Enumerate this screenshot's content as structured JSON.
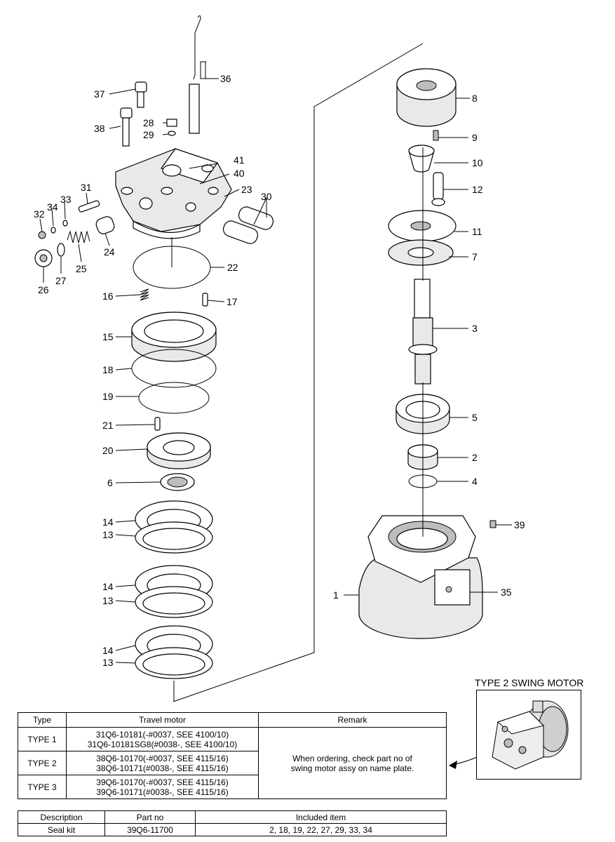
{
  "callouts": {
    "c1": "1",
    "c2": "2",
    "c3": "3",
    "c4": "4",
    "c5": "5",
    "c6": "6",
    "c7": "7",
    "c8": "8",
    "c9": "9",
    "c10": "10",
    "c11": "11",
    "c12": "12",
    "c13a": "13",
    "c13b": "13",
    "c13c": "13",
    "c14a": "14",
    "c14b": "14",
    "c14c": "14",
    "c15": "15",
    "c16": "16",
    "c17": "17",
    "c18": "18",
    "c19": "19",
    "c20": "20",
    "c21": "21",
    "c22": "22",
    "c23": "23",
    "c24": "24",
    "c25": "25",
    "c26": "26",
    "c27": "27",
    "c28": "28",
    "c29": "29",
    "c30": "30",
    "c31": "31",
    "c32": "32",
    "c33": "33",
    "c34": "34",
    "c35": "35",
    "c36": "36",
    "c37": "37",
    "c38": "38",
    "c39": "39",
    "c40": "40",
    "c41": "41"
  },
  "type_table": {
    "headers": [
      "Type",
      "Travel motor",
      "Remark"
    ],
    "rows": [
      {
        "type": "TYPE 1",
        "motor_1": "31Q6-10181(-#0037, SEE 4100/10)",
        "motor_2": "31Q6-10181SG8(#0038-, SEE 4100/10)"
      },
      {
        "type": "TYPE 2",
        "motor_1": "38Q6-10170(-#0037, SEE 4115/16)",
        "motor_2": "38Q6-10171(#0038-, SEE 4115/16)"
      },
      {
        "type": "TYPE 3",
        "motor_1": "39Q6-10170(-#0037, SEE 4115/16)",
        "motor_2": "39Q6-10171(#0038-, SEE 4115/16)"
      }
    ],
    "remark_1": "When ordering, check part no of",
    "remark_2": "swing motor assy on name plate."
  },
  "kit_table": {
    "headers": [
      "Description",
      "Part no",
      "Included item"
    ],
    "row": {
      "description": "Seal kit",
      "part_no": "39Q6-11700",
      "items": "2, 18, 19, 22, 27, 29, 33, 34"
    }
  },
  "inset": {
    "title": "TYPE 2 SWING MOTOR"
  }
}
